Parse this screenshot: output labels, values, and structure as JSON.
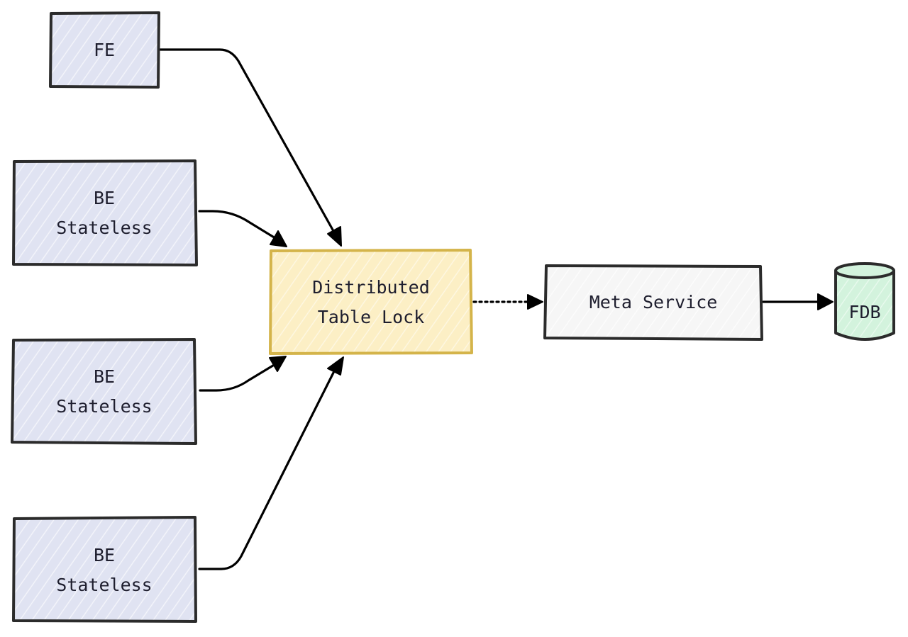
{
  "diagram": {
    "colors": {
      "client_fill": "#e0e3f2",
      "lock_fill": "#fcefc5",
      "lock_stroke": "#d4b44a",
      "meta_fill": "#f6f6f6",
      "db_fill": "#d3f3dd",
      "stroke": "#2b2b2b",
      "text": "#1e1e2e"
    },
    "nodes": {
      "fe": {
        "lines": [
          "FE"
        ]
      },
      "be1": {
        "lines": [
          "BE",
          "Stateless"
        ]
      },
      "be2": {
        "lines": [
          "BE",
          "Stateless"
        ]
      },
      "be3": {
        "lines": [
          "BE",
          "Stateless"
        ]
      },
      "lock": {
        "lines": [
          "Distributed",
          "Table Lock"
        ]
      },
      "meta": {
        "lines": [
          "Meta Service"
        ]
      },
      "fdb": {
        "lines": [
          "FDB"
        ]
      }
    },
    "edges": [
      {
        "from": "fe",
        "to": "lock",
        "style": "solid"
      },
      {
        "from": "be1",
        "to": "lock",
        "style": "solid"
      },
      {
        "from": "be2",
        "to": "lock",
        "style": "solid"
      },
      {
        "from": "be3",
        "to": "lock",
        "style": "solid"
      },
      {
        "from": "lock",
        "to": "meta",
        "style": "dotted"
      },
      {
        "from": "meta",
        "to": "fdb",
        "style": "solid"
      }
    ]
  }
}
